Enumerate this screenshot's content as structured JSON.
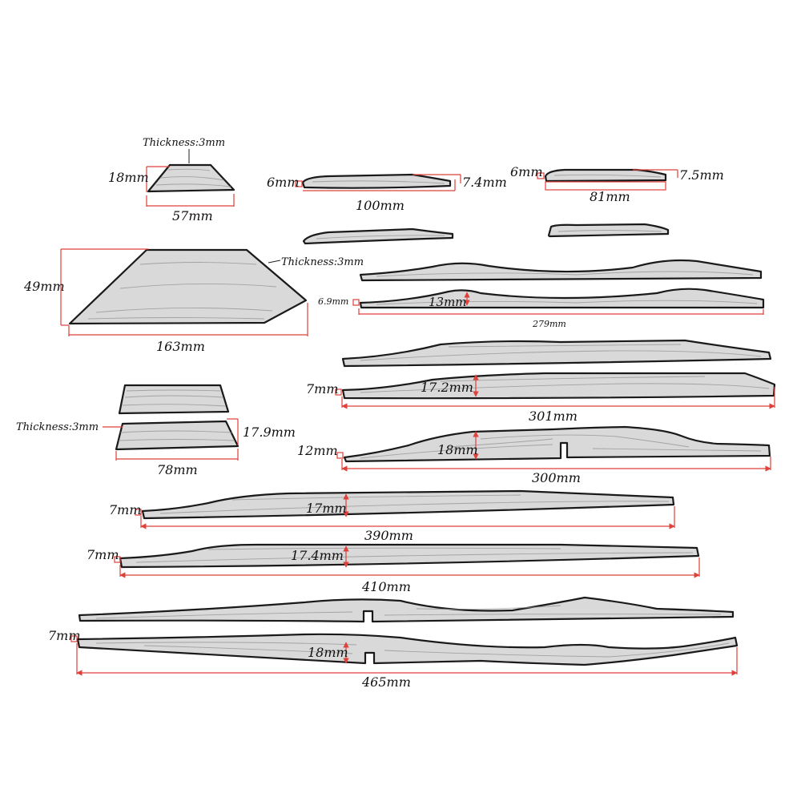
{
  "pieces": {
    "small_trapezoid": {
      "thickness": "Thickness:3mm",
      "height": "18mm",
      "width": "57mm"
    },
    "strip_a": {
      "left_end": "6mm",
      "right_end": "7.4mm",
      "length": "100mm"
    },
    "strip_b": {
      "left_end": "6mm",
      "right_end": "7.5mm",
      "length": "81mm"
    },
    "large_panel": {
      "height": "49mm",
      "thickness": "Thickness:3mm",
      "width": "163mm"
    },
    "blade_279": {
      "end": "6.9mm",
      "height": "13mm",
      "length": "279mm"
    },
    "blade_301": {
      "end": "7mm",
      "height": "17.2mm",
      "length": "301mm"
    },
    "block_78": {
      "thickness": "Thickness:3mm",
      "height": "17.9mm",
      "width": "78mm"
    },
    "blade_300": {
      "end": "12mm",
      "height": "18mm",
      "length": "300mm"
    },
    "blade_390": {
      "end": "7mm",
      "height": "17mm",
      "length": "390mm"
    },
    "blade_410": {
      "end": "7mm",
      "height": "17.4mm",
      "length": "410mm"
    },
    "blade_465": {
      "end": "7mm",
      "height": "18mm",
      "length": "465mm"
    }
  }
}
